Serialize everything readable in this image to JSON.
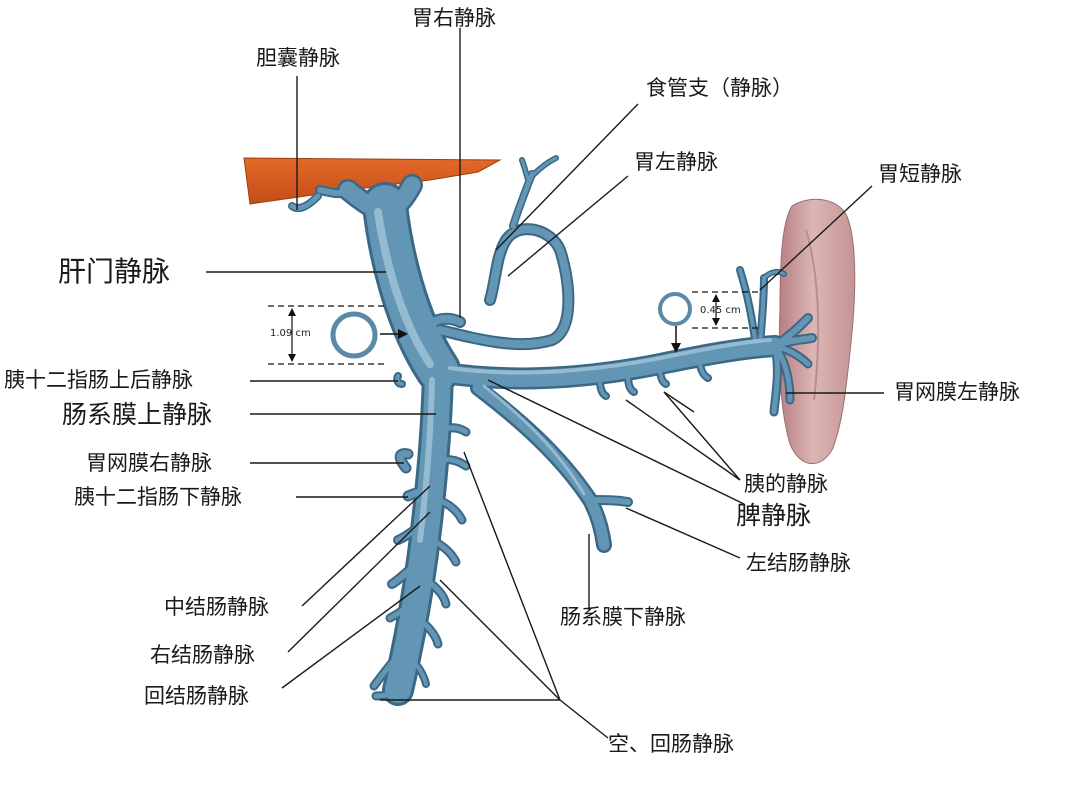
{
  "labels": {
    "weiyou": "胃右静脉",
    "dannang": "胆囊静脉",
    "shiguan": "食管支（静脉）",
    "weizuo": "胃左静脉",
    "weiduan": "胃短静脉",
    "ganmen": "肝门静脉",
    "yishiershang": "胰十二指肠上后静脉",
    "changximoshang": "肠系膜上静脉",
    "weiwangmozuo": "胃网膜左静脉",
    "weiwangmoyou": "胃网膜右静脉",
    "yishierxia": "胰十二指肠下静脉",
    "yide": "胰的静脉",
    "pi": "脾静脉",
    "zuojiechang": "左结肠静脉",
    "zhongjiechang": "中结肠静脉",
    "changximoxia": "肠系膜下静脉",
    "youjiechang": "右结肠静脉",
    "huijiechang": "回结肠静脉",
    "konghuichang": "空、回肠静脉"
  },
  "measurements": {
    "portal": "1.09 cm",
    "splenic": "0.45 cm"
  },
  "colors": {
    "vein": "#5f8fae",
    "vein_dark": "#3f6d8c",
    "vein_light": "#9cc0d6",
    "liver": "#d65a1f",
    "spleen": "#c99b9b"
  }
}
